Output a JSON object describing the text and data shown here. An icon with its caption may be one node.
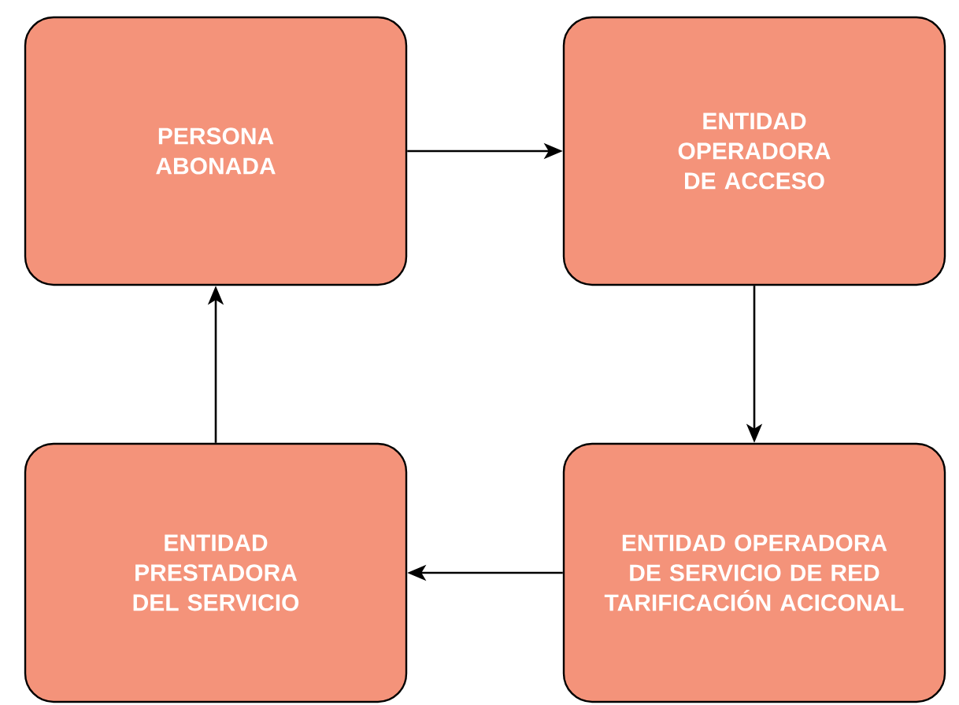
{
  "diagram": {
    "nodes": [
      {
        "text": [
          "PERSONA ABONADA"
        ]
      },
      {
        "text": [
          "ENTIDAD OPERADORA DE ACCESO"
        ]
      },
      {
        "text": [
          "ENTIDAD PRESTADORA DEL SERVICIO"
        ]
      },
      {
        "text": [
          "ENTIDAD OPERADORA DE SERVICIO DE RED TARIFICACIÓN ACICONAL"
        ]
      }
    ],
    "edges": [
      {
        "from": 0,
        "to": 1,
        "arrow": "to"
      },
      {
        "from": 1,
        "to": 3,
        "arrow": "to"
      },
      {
        "from": 3,
        "to": 2,
        "arrow": "to"
      },
      {
        "from": 2,
        "to": 0,
        "arrow": "to"
      }
    ]
  }
}
